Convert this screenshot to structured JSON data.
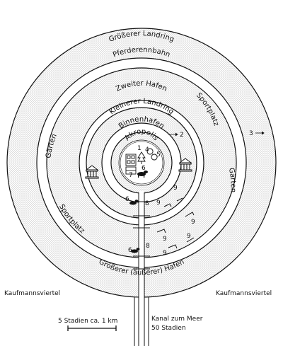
{
  "labels": {
    "landring_outer": "Größerer Landring",
    "pferderennbahn": "Pferderennbahn",
    "zweiter_hafen": "Zweiter Hafen",
    "landring_inner": "Kleinerer Landring",
    "binnenhafen": "Binnenhafen",
    "akropolis": "Akropolis",
    "sportplatz_right": "Sportplatz",
    "sportplatz_left": "Sportplatz",
    "gaerten_left": "Gärten",
    "gaerten_right": "Gärten",
    "hafen_outer": "Größerer (äußerer) Hafen",
    "kaufmann_left": "Kaufmannsviertel",
    "kaufmann_right": "Kaufmannsviertel",
    "kanal_line1": "Kanal zum Meer",
    "kanal_line2": "50 Stadien",
    "scale": "5 Stadien ca. 1 km"
  },
  "markers": {
    "m1": "1",
    "m2": "2",
    "m3": "3",
    "m4": "4",
    "m5": "5",
    "m6a": "6",
    "m6b": "6",
    "m6c": "6",
    "m7": "7",
    "m8a": "8",
    "m8b": "8",
    "m9a": "9",
    "m9b": "9",
    "m9c": "9",
    "m9d": "9",
    "m9e": "9",
    "m9f": "9"
  },
  "icons": [
    "temple-icon",
    "tree-icon",
    "building-icon",
    "horse-group-icon"
  ],
  "colors": {
    "ink": "#111111",
    "paper": "#ffffff",
    "stipple": "#9a9a9a"
  }
}
